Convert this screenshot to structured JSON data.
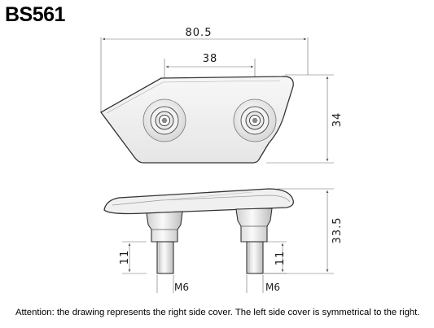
{
  "header": {
    "code": "BS561"
  },
  "dimensions": {
    "overall_width": "80.5",
    "hole_spacing": "38",
    "height": "34",
    "total_height": "33.5",
    "stud_length_left": "11",
    "stud_length_right": "11",
    "thread_left": "M6",
    "thread_right": "M6"
  },
  "footer": {
    "note": "Attention: the drawing represents the right side cover. The left side cover is symmetrical to the right."
  }
}
